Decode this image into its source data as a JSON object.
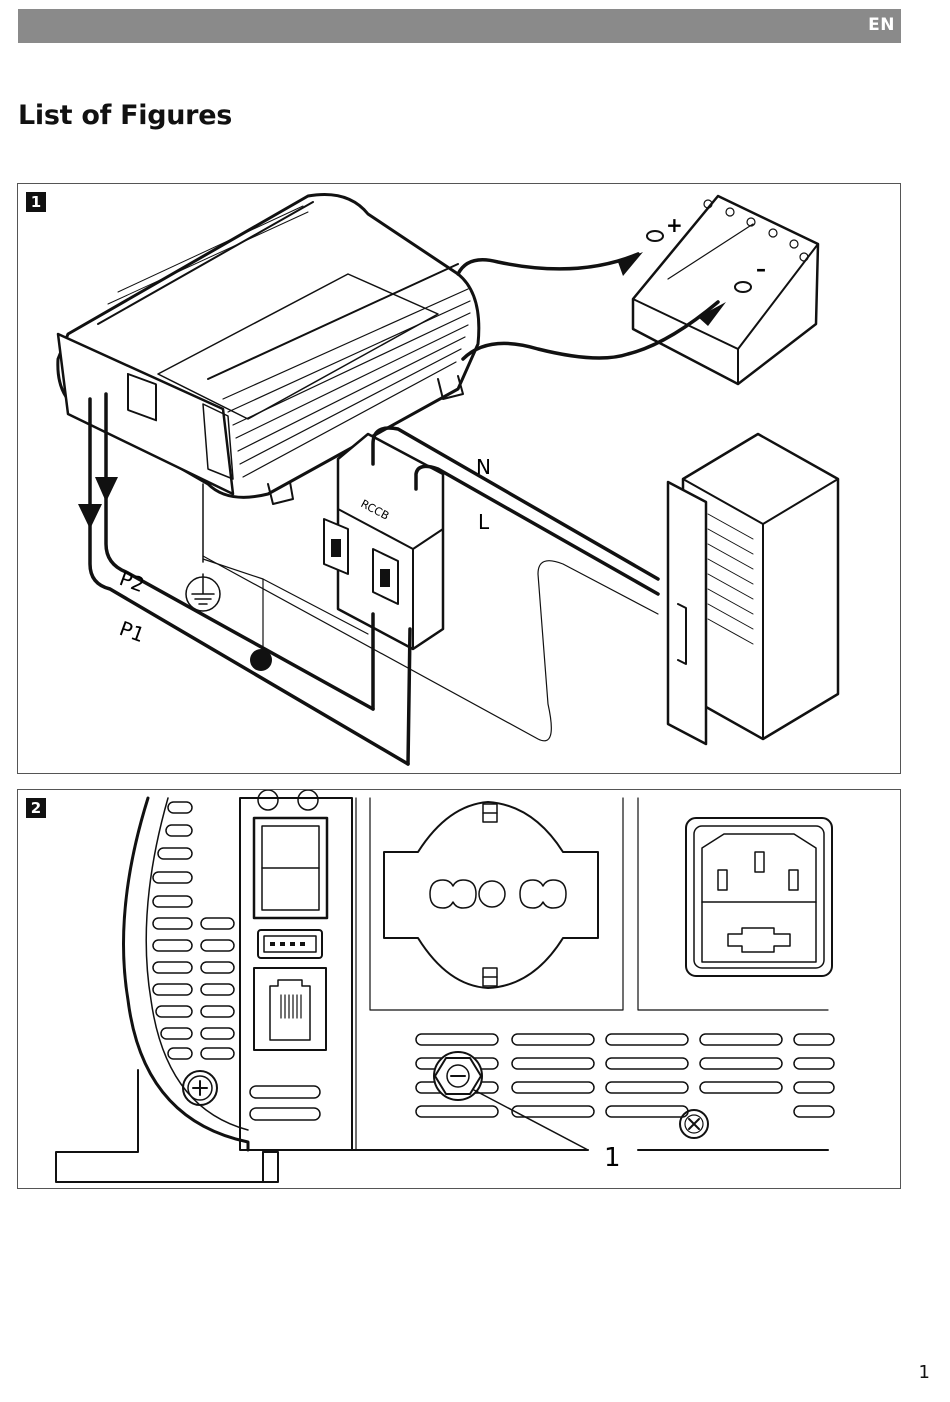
{
  "header": {
    "language_code": "EN"
  },
  "page_title": "List of Figures",
  "figures": [
    {
      "number": "1",
      "labels": {
        "rccb": "RCCB",
        "neutral": "N",
        "line": "L",
        "p2": "P2",
        "p1": "P1"
      },
      "icons": [
        "inverter-illustration",
        "battery-icon",
        "rccb-breaker-icon",
        "ground-symbol-icon",
        "refrigerator-icon",
        "wiring-arrows"
      ],
      "battery_terminals": {
        "positive": "+",
        "negative": "–"
      }
    },
    {
      "number": "2",
      "callout_label": "1",
      "icons": [
        "ventilation-slots",
        "rocker-switch-icon",
        "usb-port-icon",
        "rj-port-icon",
        "schuko-socket-icon",
        "iec-inlet-icon",
        "ground-screw-icon",
        "cross-screw-icon"
      ]
    }
  ],
  "footer": {
    "page_number": "1"
  }
}
